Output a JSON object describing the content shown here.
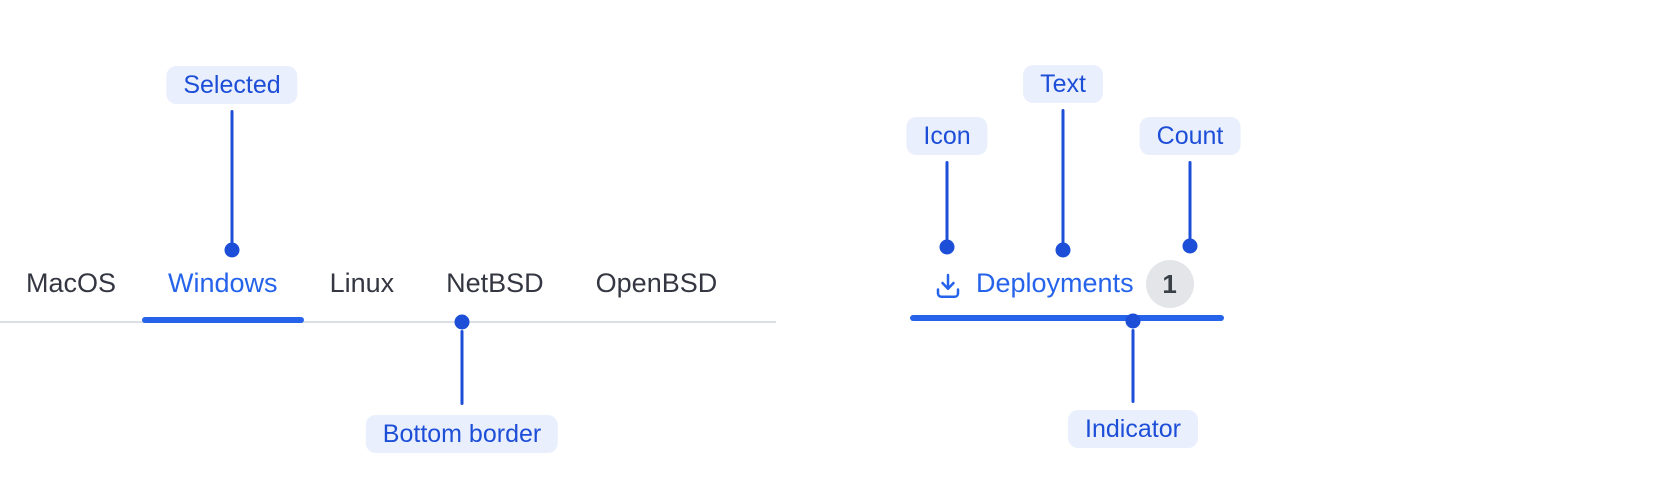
{
  "colors": {
    "accent_blue": "#2563eb",
    "annotation_blue": "#1d4ed8",
    "annotation_pill_bg": "#e9effc",
    "tab_text": "#343741",
    "border_gray": "#dcdfe5",
    "badge_bg": "#e4e5e9",
    "badge_text": "#3a4047"
  },
  "tabs_example": {
    "items": [
      {
        "label": "MacOS",
        "selected": false
      },
      {
        "label": "Windows",
        "selected": true
      },
      {
        "label": "Linux",
        "selected": false
      },
      {
        "label": "NetBSD",
        "selected": false
      },
      {
        "label": "OpenBSD",
        "selected": false
      }
    ]
  },
  "anatomy_tab": {
    "icon": "download-icon",
    "label": "Deployments",
    "count": "1"
  },
  "annotations": {
    "selected": "Selected",
    "bottom_border": "Bottom border",
    "icon": "Icon",
    "text": "Text",
    "count": "Count",
    "indicator": "Indicator"
  }
}
